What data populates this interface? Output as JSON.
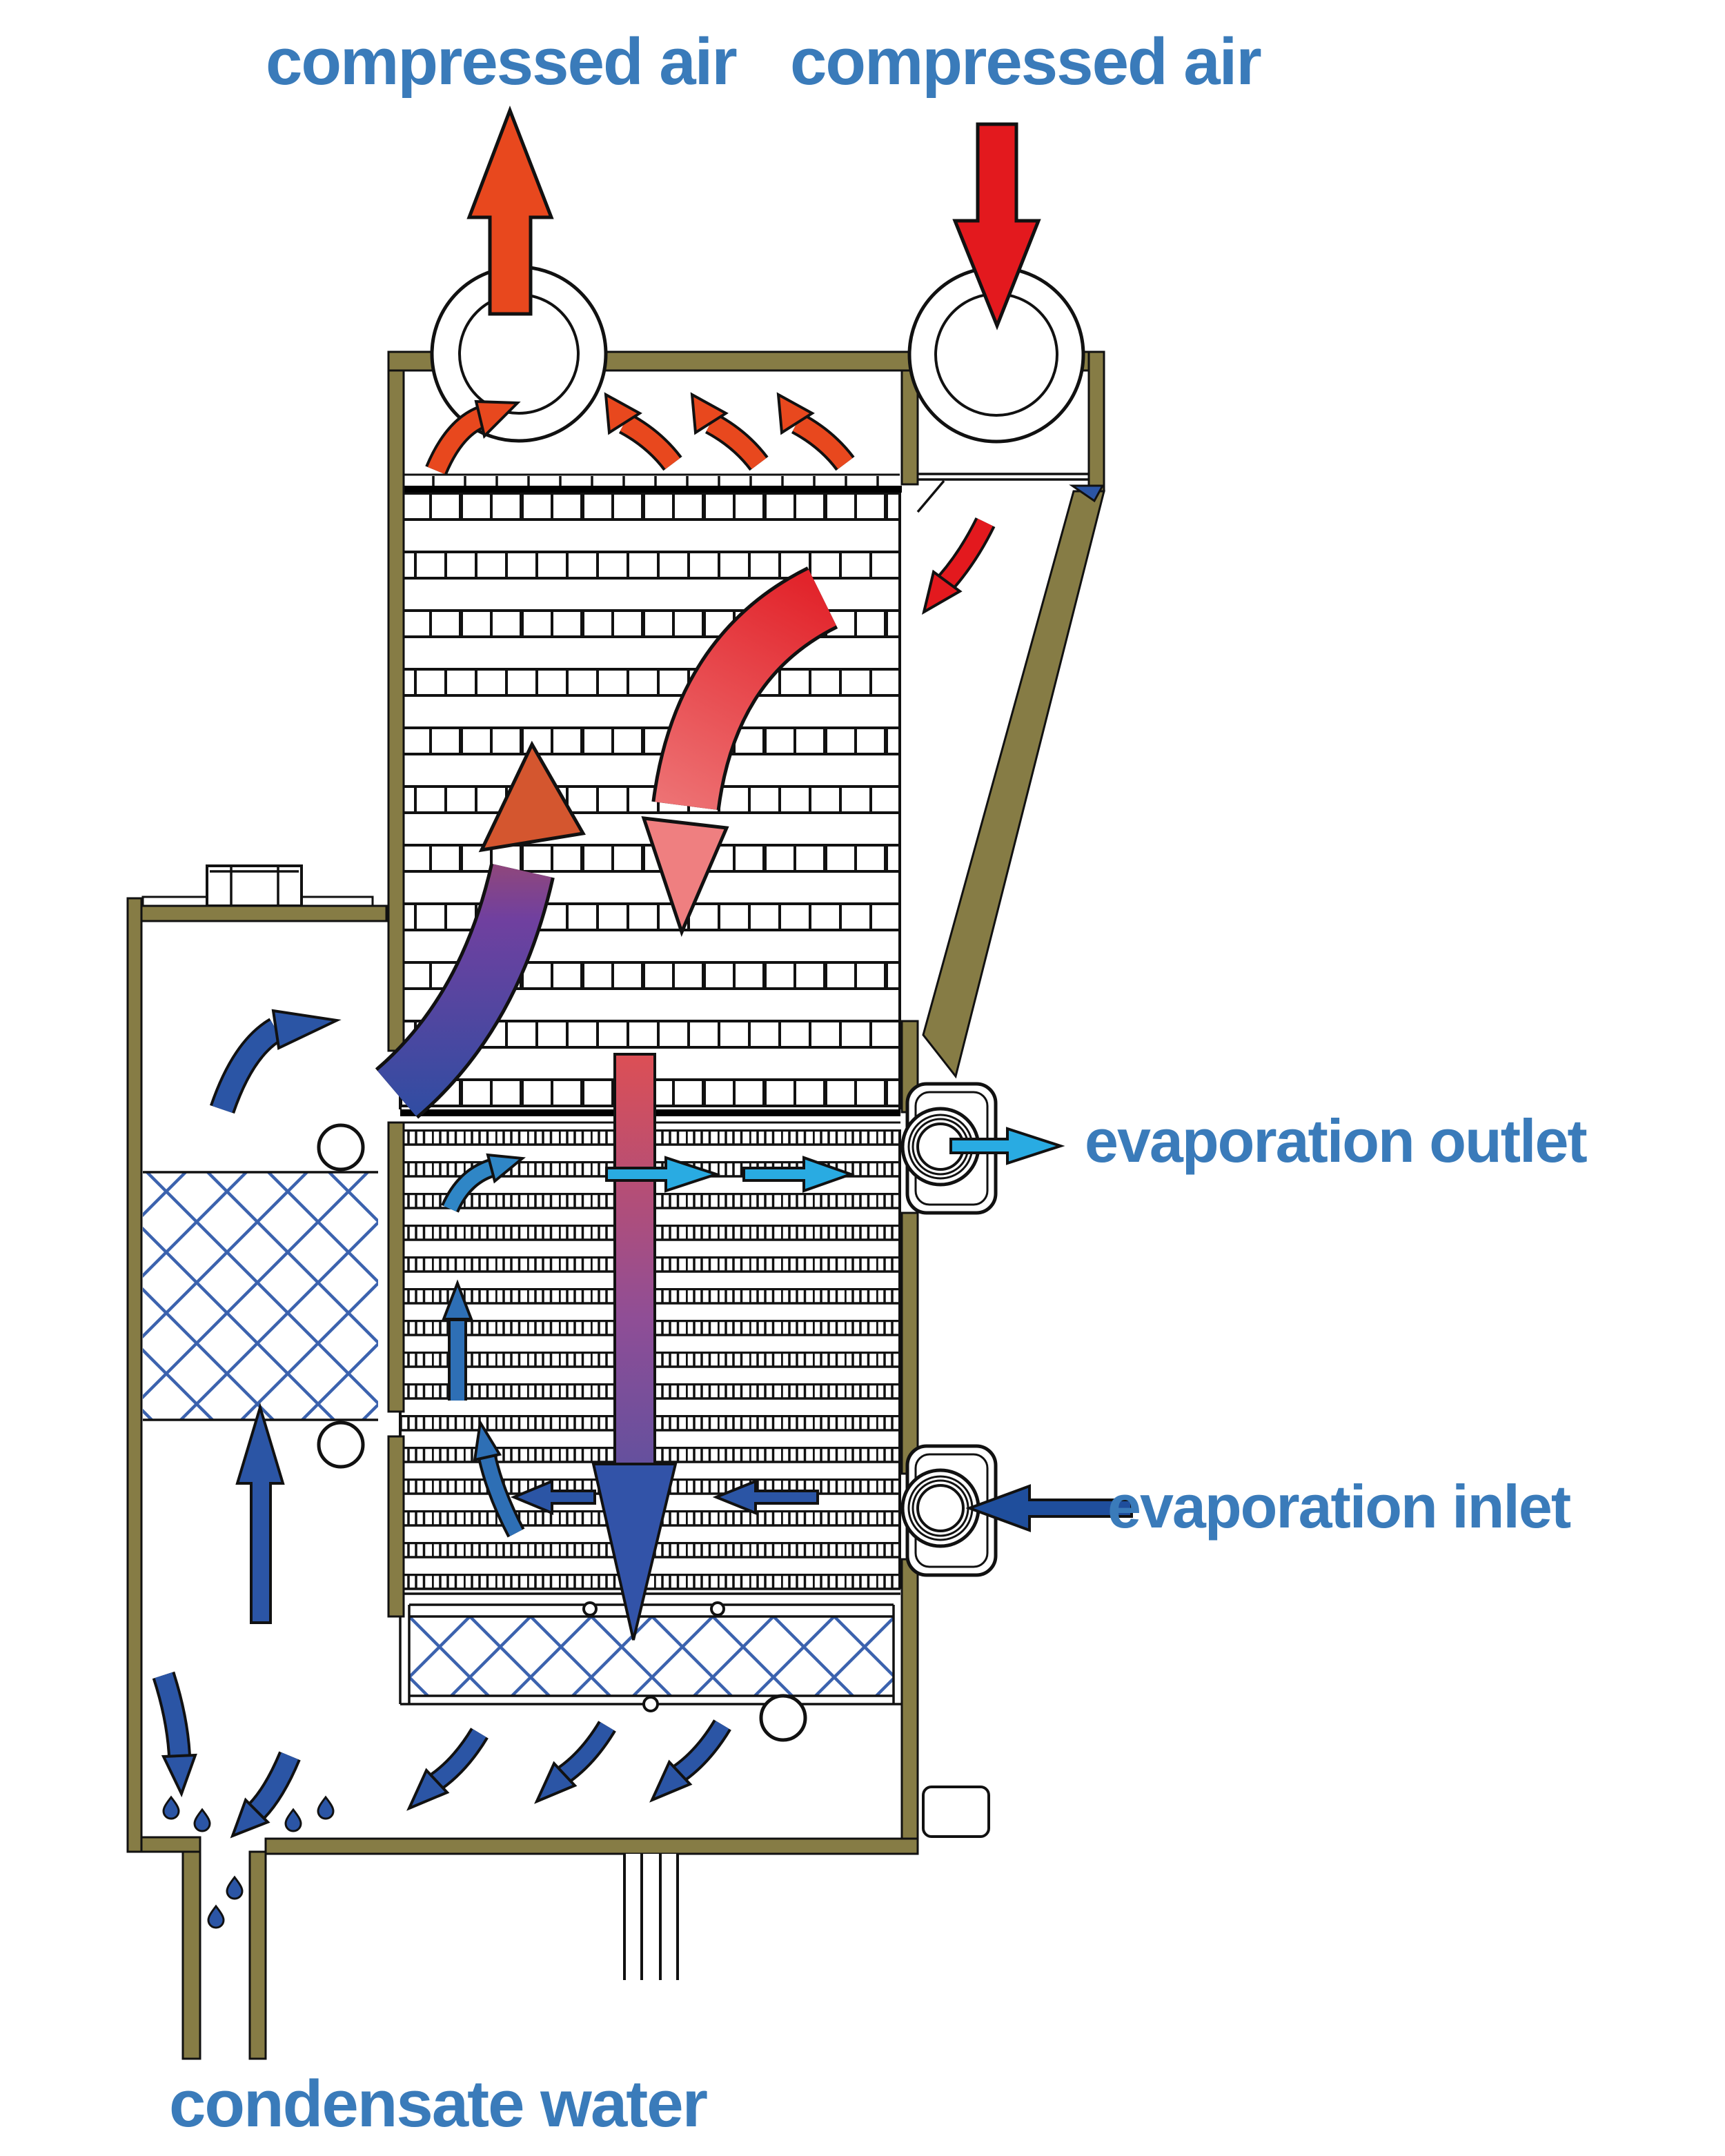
{
  "labels": {
    "compressed_air_out": "compressed air",
    "compressed_air_in": "compressed air",
    "evaporation_outlet": "evaporation outlet",
    "evaporation_inlet": "evaporation inlet",
    "condensate_water": "condensate water"
  },
  "colors": {
    "label_blue": "#3A7BBA",
    "wall_olive": "#867C45",
    "hot_orange": "#E8481E",
    "hot_red": "#E3191E",
    "warm_red_light": "#EF7F80",
    "cool_dark_blue": "#2B55A5",
    "inlet_navy": "#1F4E9C",
    "cyan": "#29ABE2",
    "crosshatch_blue": "#3B62AE",
    "gradient_hot_to_cold": [
      "#DC4F55",
      "#8F4E96",
      "#3152A7"
    ],
    "gradient_cold_to_hot": [
      "#2B4EA2",
      "#70409F",
      "#D4562F"
    ],
    "outline_black": "#111111"
  },
  "flows": [
    {
      "name": "compressed-air-outlet-flow",
      "direction": "up",
      "color": "#E8481E"
    },
    {
      "name": "compressed-air-inlet-flow",
      "direction": "down",
      "color": "#E3191E"
    },
    {
      "name": "air-to-air-precooling-flow",
      "direction": "down-through-upper-exchanger",
      "color": "gradient red to blue"
    },
    {
      "name": "reheating-flow",
      "direction": "up-through-upper-exchanger",
      "color": "gradient blue to red"
    },
    {
      "name": "evaporation-outlet-flow",
      "direction": "right",
      "color": "#29ABE2"
    },
    {
      "name": "evaporation-inlet-flow",
      "direction": "left",
      "color": "#1F4E9C"
    },
    {
      "name": "condensate-drain-flow",
      "direction": "down",
      "color": "#2B55A5"
    }
  ]
}
